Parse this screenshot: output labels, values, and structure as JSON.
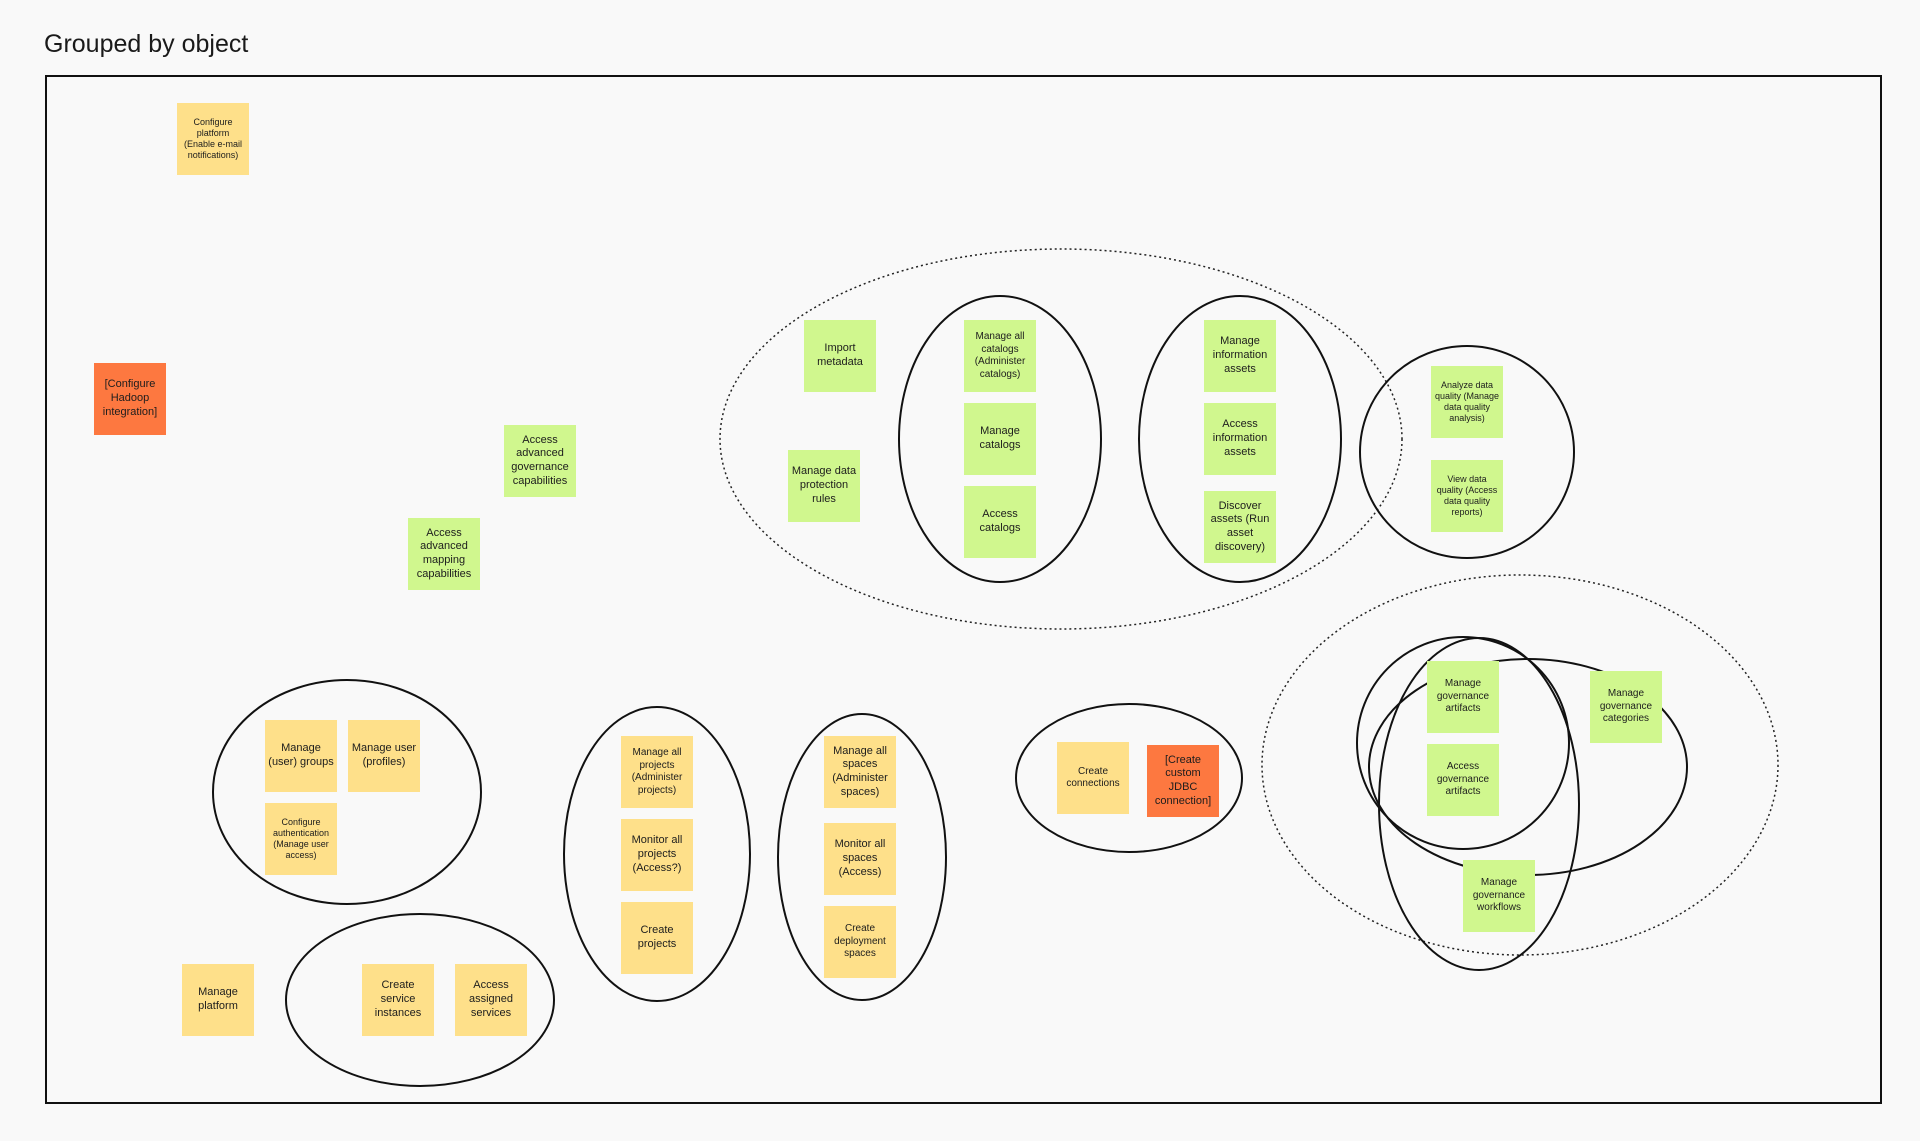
{
  "title": "Grouped by object",
  "colors": {
    "yellow": "#fee08a",
    "green": "#d0f78e",
    "orange": "#fd7840"
  },
  "notes": {
    "configure_platform": "Configure platform (Enable e-mail notifications)",
    "configure_hadoop": "[Configure Hadoop integration]",
    "access_adv_governance": "Access advanced governance capabilities",
    "access_adv_mapping": "Access advanced mapping capabilities",
    "import_metadata": "Import metadata",
    "manage_data_protection": "Manage data protection rules",
    "manage_all_catalogs": "Manage all catalogs (Administer catalogs)",
    "manage_catalogs": "Manage catalogs",
    "access_catalogs": "Access catalogs",
    "manage_info_assets": "Manage information assets",
    "access_info_assets": "Access information assets",
    "discover_assets": "Discover assets (Run asset discovery)",
    "analyze_data_quality": "Analyze data quality (Manage data quality analysis)",
    "view_data_quality": "View data quality (Access data quality reports)",
    "manage_user_groups": "Manage (user) groups",
    "manage_user_profiles": "Manage user (profiles)",
    "configure_auth": "Configure authentication (Manage user access)",
    "manage_platform": "Manage platform",
    "create_service_instances": "Create service instances",
    "access_assigned_services": "Access assigned services",
    "manage_all_projects": "Manage all projects (Administer projects)",
    "monitor_all_projects": "Monitor all projects (Access?)",
    "create_projects": "Create projects",
    "manage_all_spaces": "Manage all spaces (Administer spaces)",
    "monitor_all_spaces": "Monitor all spaces (Access)",
    "create_deployment_spaces": "Create deployment spaces",
    "create_connections": "Create connections",
    "create_custom_jdbc": "[Create custom JDBC connection]",
    "manage_gov_artifacts": "Manage governance artifacts",
    "access_gov_artifacts": "Access governance artifacts",
    "manage_gov_categories": "Manage governance categories",
    "manage_gov_workflows": "Manage governance workflows"
  }
}
